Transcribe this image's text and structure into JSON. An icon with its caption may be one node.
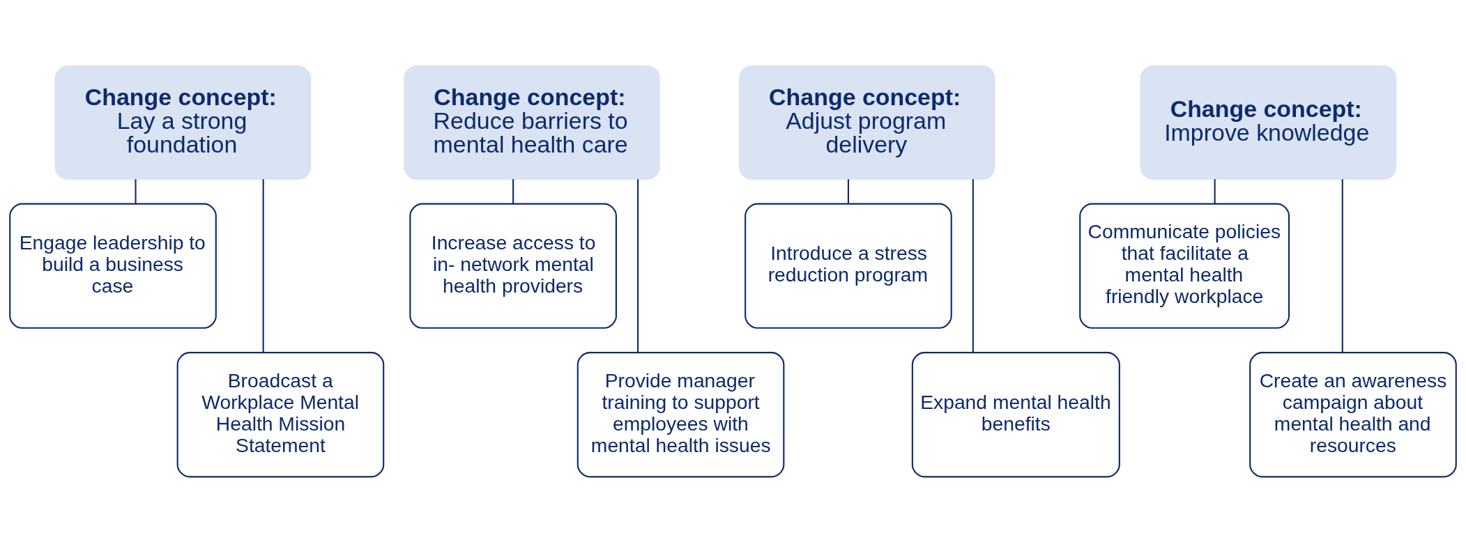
{
  "diagram": {
    "nodes": [
      {
        "text": [
          "Change concept:",
          "Lay a strong foundation"
        ]
      },
      {
        "text": [
          "Engage leadership to build a business case"
        ]
      },
      {
        "text": [
          "Broadcast a Workplace Mental Health Mission Statement"
        ]
      },
      {
        "text": [
          "Change concept:",
          "Reduce barriers to mental health care"
        ]
      },
      {
        "text": [
          "Increase access to in- network mental health providers"
        ]
      },
      {
        "text": [
          "Provide manager training to support employees with mental health issues"
        ]
      },
      {
        "text": [
          "Change concept:",
          "Adjust program delivery"
        ]
      },
      {
        "text": [
          "Introduce a stress reduction program"
        ]
      },
      {
        "text": [
          "Expand mental health benefits"
        ]
      },
      {
        "text": [
          "Change concept:",
          "Improve knowledge"
        ]
      },
      {
        "text": [
          "Communicate policies that facilitate a mental health friendly workplace"
        ]
      },
      {
        "text": [
          "Create an awareness campaign about mental health and resources"
        ]
      }
    ],
    "edges": [
      {
        "from": 0,
        "to": 1,
        "arrow": "none"
      },
      {
        "from": 0,
        "to": 2,
        "arrow": "none"
      },
      {
        "from": 3,
        "to": 4,
        "arrow": "none"
      },
      {
        "from": 3,
        "to": 5,
        "arrow": "none"
      },
      {
        "from": 6,
        "to": 7,
        "arrow": "none"
      },
      {
        "from": 6,
        "to": 8,
        "arrow": "none"
      },
      {
        "from": 9,
        "to": 10,
        "arrow": "none"
      },
      {
        "from": 9,
        "to": 11,
        "arrow": "none"
      }
    ]
  }
}
